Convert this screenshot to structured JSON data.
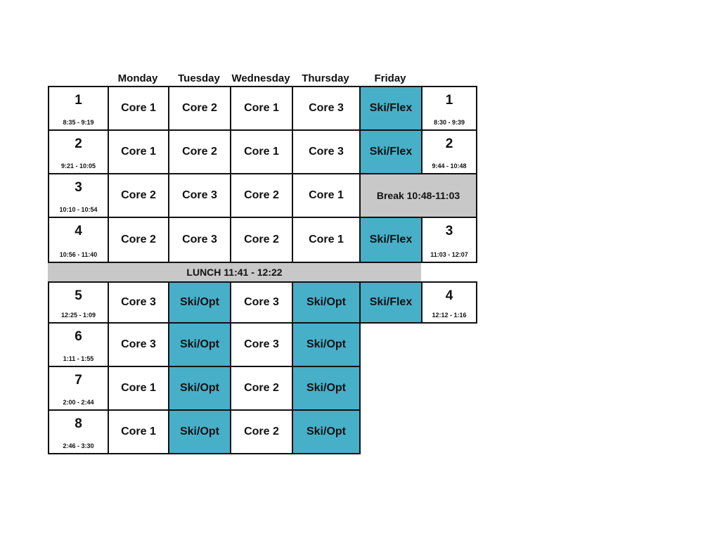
{
  "days": [
    "Monday",
    "Tuesday",
    "Wednesday",
    "Thursday",
    "Friday"
  ],
  "periods": [
    {
      "num": "1",
      "time": "8:35 - 9:19"
    },
    {
      "num": "2",
      "time": "9:21 - 10:05"
    },
    {
      "num": "3",
      "time": "10:10 - 10:54"
    },
    {
      "num": "4",
      "time": "10:56 - 11:40"
    },
    {
      "num": "5",
      "time": "12:25 - 1:09"
    },
    {
      "num": "6",
      "time": "1:11 - 1:55"
    },
    {
      "num": "7",
      "time": "2:00 - 2:44"
    },
    {
      "num": "8",
      "time": "2:46 - 3:30"
    }
  ],
  "schedule": [
    [
      "Core 1",
      "Core 2",
      "Core 1",
      "Core 3",
      "Ski/Flex"
    ],
    [
      "Core 1",
      "Core 2",
      "Core 1",
      "Core 3",
      "Ski/Flex"
    ],
    [
      "Core 2",
      "Core 3",
      "Core 2",
      "Core 1"
    ],
    [
      "Core 2",
      "Core 3",
      "Core 2",
      "Core 1",
      "Ski/Flex"
    ],
    [
      "Core 3",
      "Ski/Opt",
      "Core 3",
      "Ski/Opt",
      "Ski/Flex"
    ],
    [
      "Core 3",
      "Ski/Opt",
      "Core 3",
      "Ski/Opt"
    ],
    [
      "Core 1",
      "Ski/Opt",
      "Core 2",
      "Ski/Opt"
    ],
    [
      "Core 1",
      "Ski/Opt",
      "Core 2",
      "Ski/Opt"
    ]
  ],
  "friday_periods": [
    {
      "num": "1",
      "time": "8:30 - 9:39"
    },
    {
      "num": "2",
      "time": "9:44 - 10:48"
    },
    {
      "num": "3",
      "time": "11:03 - 12:07"
    },
    {
      "num": "4",
      "time": "12:12 - 1:16"
    }
  ],
  "break_label": "Break 10:48-11:03",
  "lunch_label": "LUNCH 11:41 - 12:22",
  "colors": {
    "teal": "#48afc9",
    "gray": "#c8c8c8"
  }
}
